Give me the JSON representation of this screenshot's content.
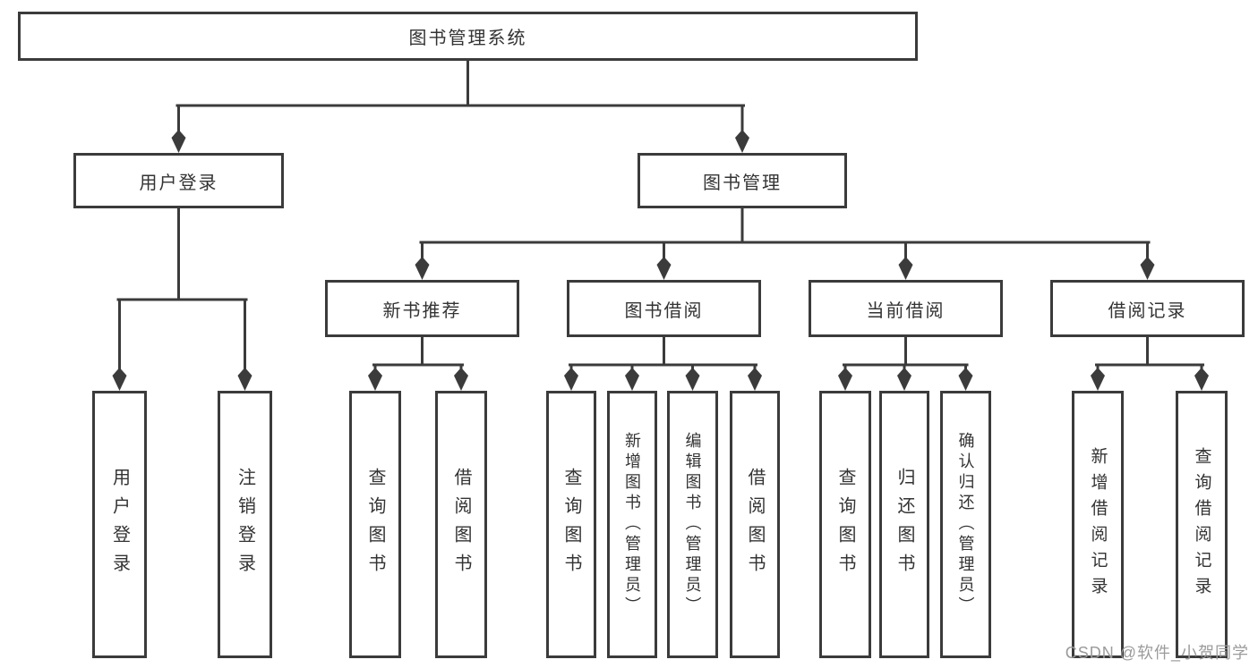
{
  "root": {
    "label": "图书管理系统"
  },
  "level1": {
    "user_login": "用户登录",
    "book_management": "图书管理"
  },
  "level2": {
    "new_book_recommend": "新书推荐",
    "book_borrowing": "图书借阅",
    "current_borrowing": "当前借阅",
    "borrowing_records": "借阅记录"
  },
  "leaves": {
    "user_login": "用户登录",
    "logout": "注销登录",
    "query_books_recommend": "查询图书",
    "borrow_books_recommend": "借阅图书",
    "query_books_borrowing": "查询图书",
    "add_books_admin": "新增图书（管理员）",
    "edit_books_admin": "编辑图书（管理员）",
    "borrow_books_borrowing": "借阅图书",
    "query_books_current": "查询图书",
    "return_books": "归还图书",
    "confirm_return_admin": "确认归还（管理员）",
    "add_borrow_record": "新增借阅记录",
    "query_borrow_record": "查询借阅记录"
  },
  "watermark": "CSDN @软件_小贺同学",
  "colors": {
    "line": "#3b3b3b",
    "text": "#333333",
    "watermark": "#9b9b9b",
    "background": "#ffffff"
  }
}
